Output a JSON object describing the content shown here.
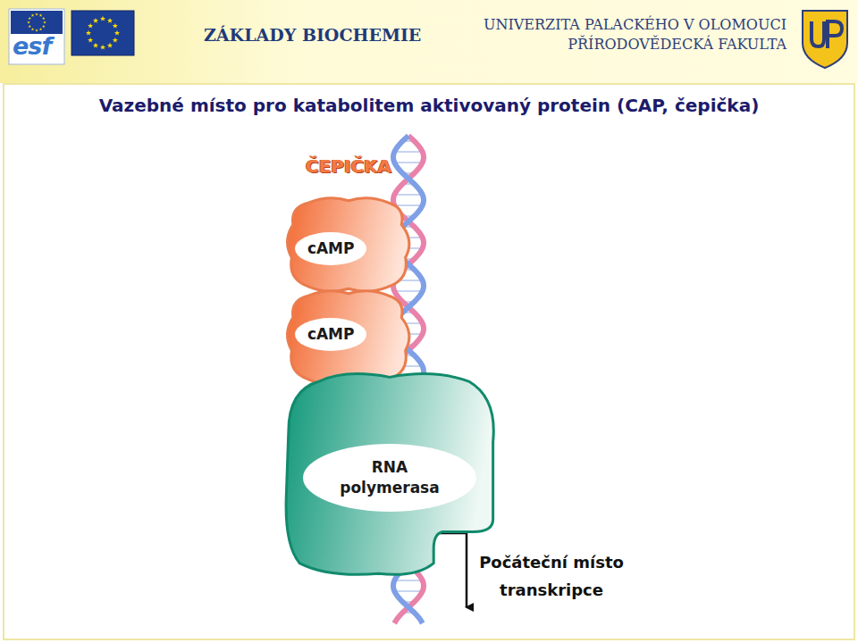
{
  "diagram": {
    "title": "Vazebné místo pro katabolitem aktivovaný protein (CAP, čepička)",
    "nodes": [
      {
        "text": [
          "ČEPIČKA",
          "cAMP"
        ]
      },
      {
        "text": [
          "cAMP"
        ]
      },
      {
        "text": [
          "RNA polymerasa"
        ]
      }
    ],
    "labels": [
      "esf",
      "ZÁKLADY BIOCHEMIE",
      "UNIVERZITA PALACKÉHO V OLOMOUCI",
      "PŘÍRODOVĚDECKÁ FAKULTA",
      "Počáteční místo transkripce"
    ]
  }
}
